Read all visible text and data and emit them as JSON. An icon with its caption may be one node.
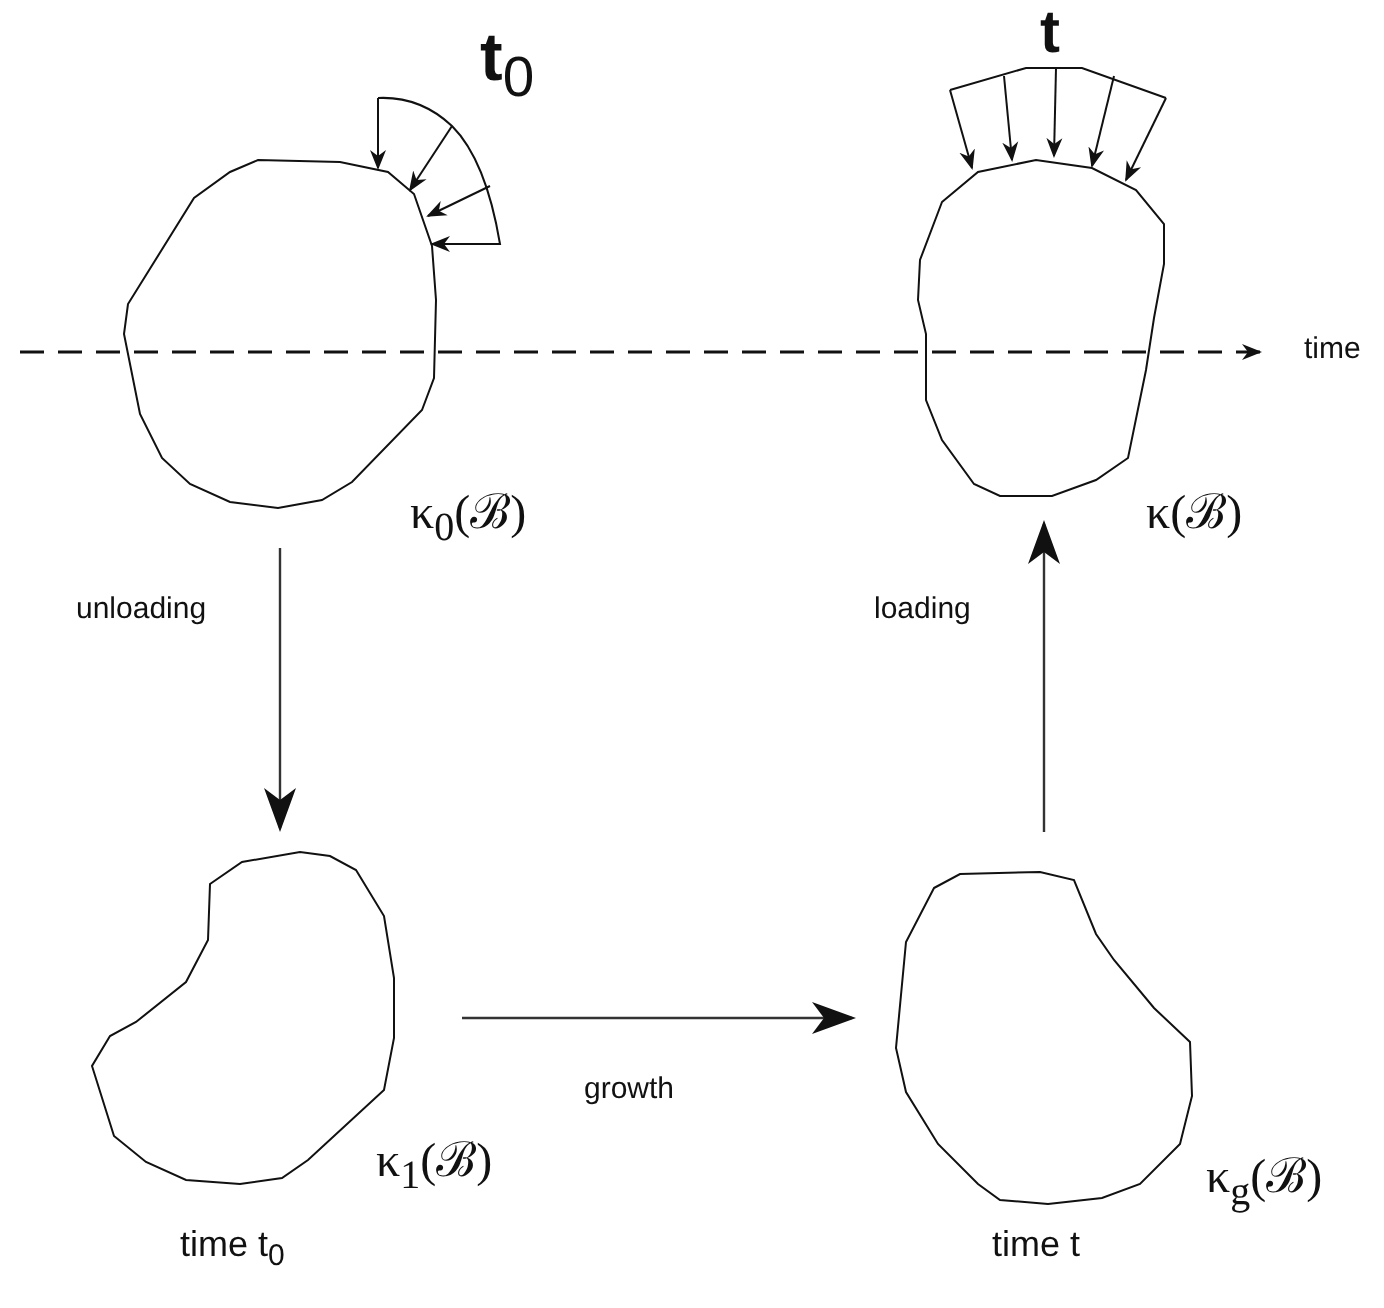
{
  "diagram": {
    "nodes": [
      {
        "text": [],
        "shape": "blob",
        "beside": [
          "κ$_{0}$(ℬ)"
        ]
      },
      {
        "text": [],
        "shape": "blob",
        "beside": [
          "κ(ℬ)"
        ]
      },
      {
        "text": [],
        "shape": "blob",
        "beside": [
          "κ$_{1}$(ℬ)",
          "time t$_{0}$"
        ]
      },
      {
        "text": [],
        "shape": "blob",
        "beside": [
          "κ$_{g}$(ℬ)",
          "time t"
        ]
      }
    ],
    "edges": [
      {
        "from": 0,
        "to": 2,
        "arrow": "to",
        "label": "unloading"
      },
      {
        "from": 2,
        "to": 3,
        "arrow": "to",
        "label": "growth"
      },
      {
        "from": 3,
        "to": 1,
        "arrow": "to",
        "label": "loading"
      }
    ],
    "labels": [
      "**t**$_{0}$",
      "t",
      "time"
    ]
  }
}
